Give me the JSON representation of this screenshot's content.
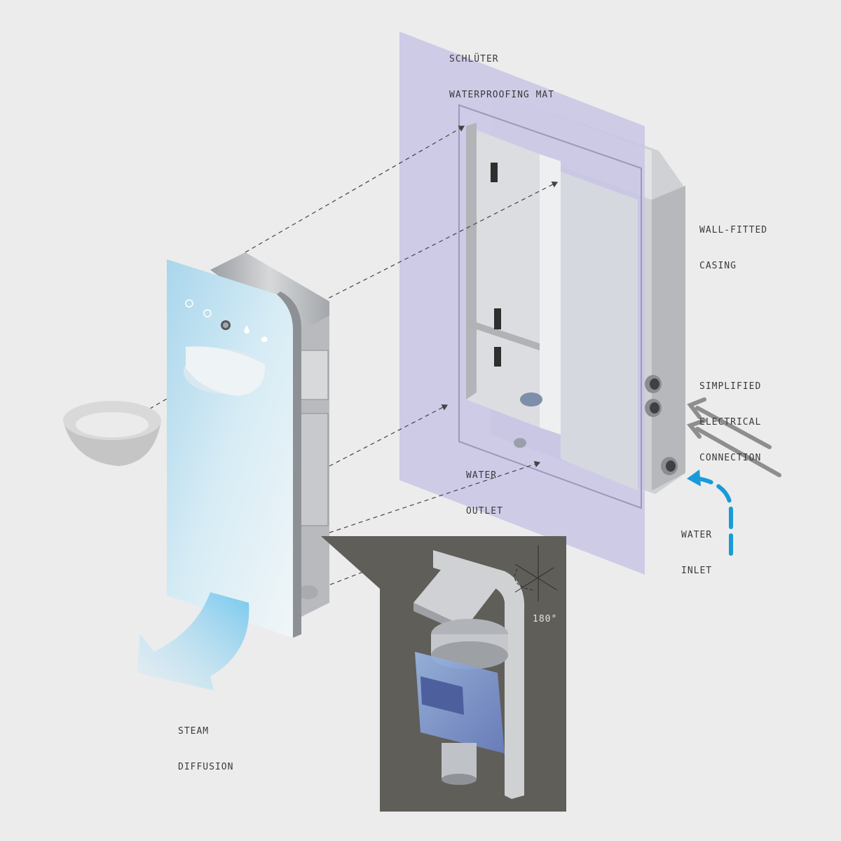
{
  "labels": {
    "mat": [
      "SCHLÜTER",
      "WATERPROOFING MAT"
    ],
    "casing": [
      "WALL-FITTED",
      "CASING"
    ],
    "electrical": [
      "SIMPLIFIED",
      "ELECTRICAL",
      "CONNECTION"
    ],
    "outlet": [
      "WATER",
      "OUTLET"
    ],
    "inlet": [
      "WATER",
      "INLET"
    ],
    "steam": [
      "STEAM",
      "DIFFUSION"
    ]
  },
  "inset": {
    "rotation_label": "180°"
  },
  "colors": {
    "background": "#ececec",
    "mat": "#c9c6e6",
    "casing": "#b9bcc0",
    "panel": "#c4e0ee",
    "inset_bg": "#5f5e59",
    "water_inlet_arrow": "#1a9ad8",
    "electrical_arrow": "#8e8e8e",
    "steam": "#8fd0ee"
  }
}
